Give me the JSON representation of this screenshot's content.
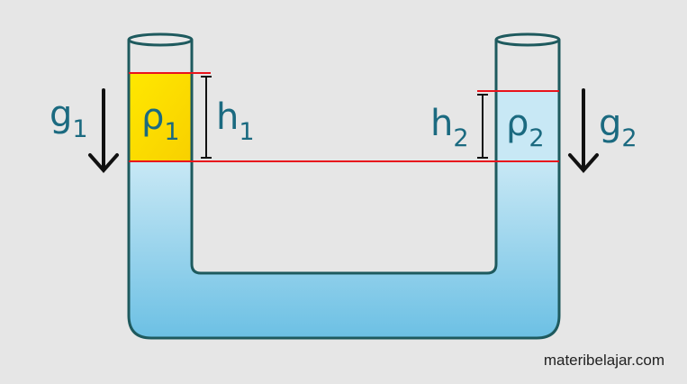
{
  "labels": {
    "g1": "g",
    "g1_sub": "1",
    "rho1": "ρ",
    "rho1_sub": "1",
    "h1": "h",
    "h1_sub": "1",
    "h2": "h",
    "h2_sub": "2",
    "rho2": "ρ",
    "rho2_sub": "2",
    "g2": "g",
    "g2_sub": "2"
  },
  "watermark": "materibelajar.com",
  "colors": {
    "background": "#e6e6e6",
    "tube": "#1e5a5e",
    "water_top": "#c8e8f5",
    "water_bottom": "#6cc0e4",
    "fluid1": "#ffd800",
    "level_line": "#e8141c",
    "label": "#1b6a80"
  }
}
